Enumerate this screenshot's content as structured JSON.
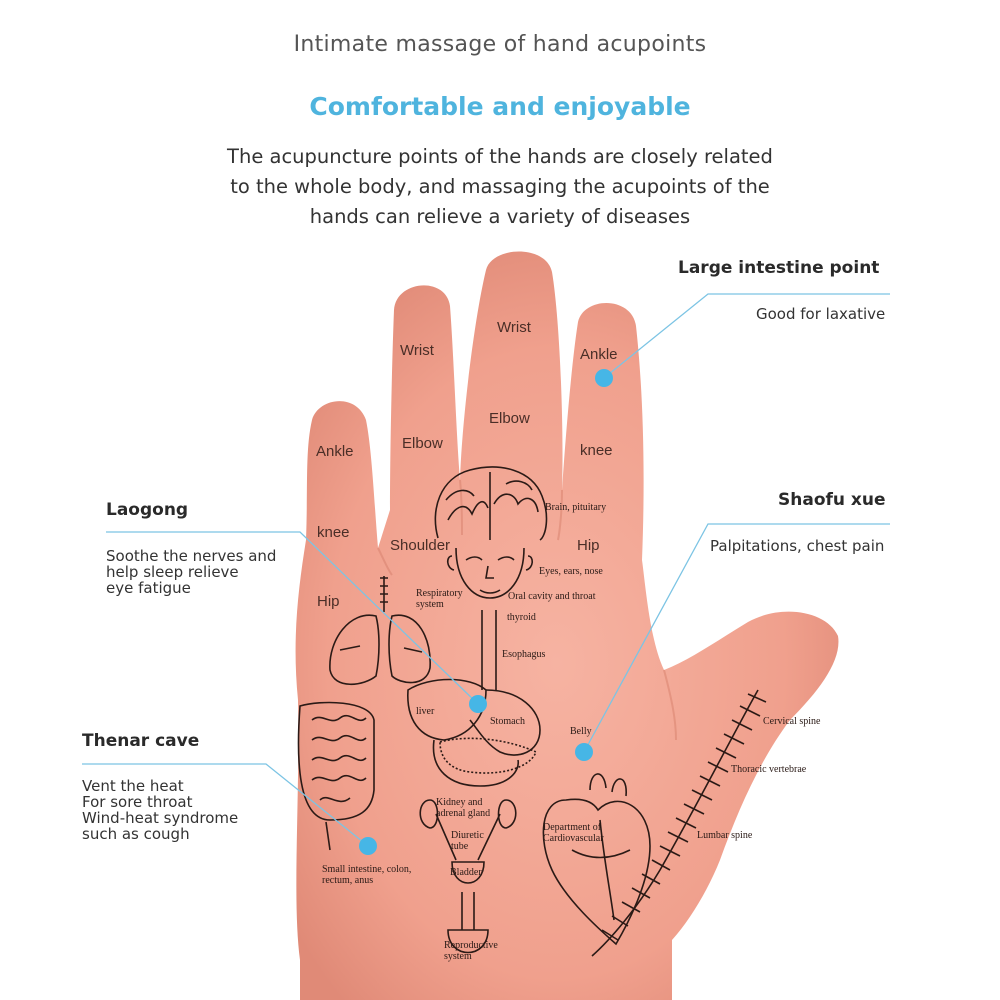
{
  "header": {
    "caption": "Intimate massage of hand acupoints",
    "subtitle": "Comfortable and enjoyable",
    "intro_lines": [
      "The acupuncture points of the hands are closely related",
      "to the whole body, and massaging the acupoints of the",
      "hands can relieve a variety of diseases"
    ]
  },
  "callouts": {
    "large_intestine": {
      "title": "Large intestine point",
      "desc": [
        "Good for laxative"
      ]
    },
    "laogong": {
      "title": "Laogong",
      "desc": [
        "Soothe the nerves and",
        "help sleep relieve",
        "eye fatigue"
      ]
    },
    "shaofu": {
      "title": "Shaofu xue",
      "desc": [
        "Palpitations, chest pain"
      ]
    },
    "thenar": {
      "title": "Thenar cave",
      "desc": [
        "Vent the heat",
        "For sore throat",
        "Wind-heat syndrome",
        "such as cough"
      ]
    }
  },
  "hand_labels": {
    "pinky_ankle": "Ankle",
    "pinky_knee": "knee",
    "pinky_hip": "Hip",
    "ring_wrist": "Wrist",
    "ring_elbow": "Elbow",
    "ring_shoulder": "Shoulder",
    "middle_wrist": "Wrist",
    "middle_elbow": "Elbow",
    "index_ankle": "Ankle",
    "index_knee": "knee",
    "index_hip": "Hip"
  },
  "organ_labels": {
    "brain": [
      "Brain, pituitary"
    ],
    "eyes": [
      "Eyes, ears, nose"
    ],
    "respiratory": [
      "Respiratory",
      "system"
    ],
    "oral": [
      "Oral cavity and throat"
    ],
    "thyroid": [
      "thyroid"
    ],
    "esophagus": [
      "Esophagus"
    ],
    "liver": [
      "liver"
    ],
    "stomach": [
      "Stomach"
    ],
    "belly": [
      "Belly"
    ],
    "kidney": [
      "Kidney and",
      "adrenal gland"
    ],
    "diuretic": [
      "Diuretic",
      "tube"
    ],
    "bladder": [
      "Bladder"
    ],
    "reproductive": [
      "Reproductive",
      "system"
    ],
    "intestine": [
      "Small intestine, colon,",
      "rectum, anus"
    ],
    "heart": [
      "Department of",
      "Cardiovascular"
    ],
    "cervical": [
      "Cervical spine"
    ],
    "thoracic": [
      "Thoracic vertebrae"
    ],
    "lumbar": [
      "Lumbar spine"
    ]
  },
  "colors": {
    "accent": "#4fb4de",
    "skin": "#f2a592",
    "skin_shade": "#de8a78",
    "dot": "#46b6e6"
  }
}
